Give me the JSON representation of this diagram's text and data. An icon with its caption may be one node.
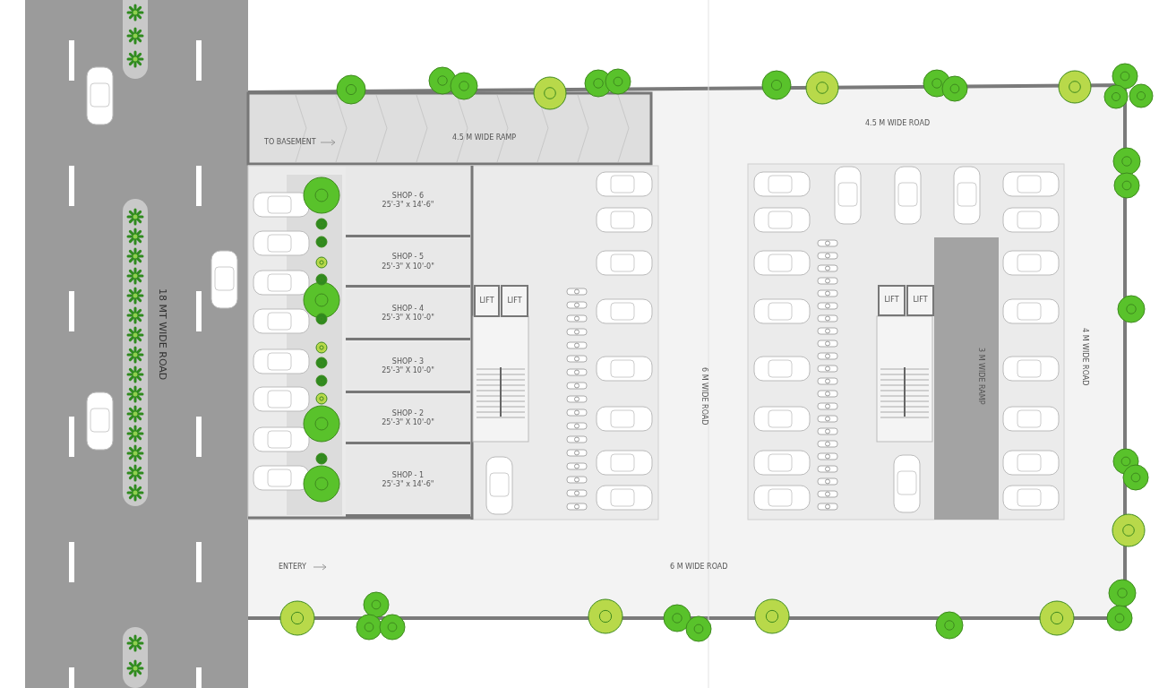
{
  "diagram": {
    "nodes": [
      {
        "text": [
          "SHOP - 6",
          "25'-3\" x 14'-6\""
        ]
      },
      {
        "text": [
          "SHOP - 5",
          "25'-3\" X 10'-0\""
        ]
      },
      {
        "text": [
          "SHOP - 4",
          "25'-3\" X 10'-0\""
        ]
      },
      {
        "text": [
          "SHOP - 3",
          "25'-3\" X 10'-0\""
        ]
      },
      {
        "text": [
          "SHOP - 2",
          "25'-3\" X 10'-0\""
        ]
      },
      {
        "text": [
          "SHOP - 1",
          "25'-3\" x 14'-6\""
        ]
      },
      {
        "text": [
          "LIFT"
        ]
      },
      {
        "text": [
          "LIFT"
        ]
      },
      {
        "text": [
          "LIFT"
        ]
      },
      {
        "text": [
          "LIFT"
        ]
      }
    ],
    "edges": [],
    "labels": [
      "18 MT WIDE ROAD",
      "TO BASEMENT",
      "4.5 M WIDE RAMP",
      "4.5 M WIDE ROAD",
      "6 M WIDE ROAD",
      "3 M WIDE RAMP",
      "4 M WIDE ROAD",
      "ENTERY",
      "6 M WIDE ROAD"
    ]
  }
}
